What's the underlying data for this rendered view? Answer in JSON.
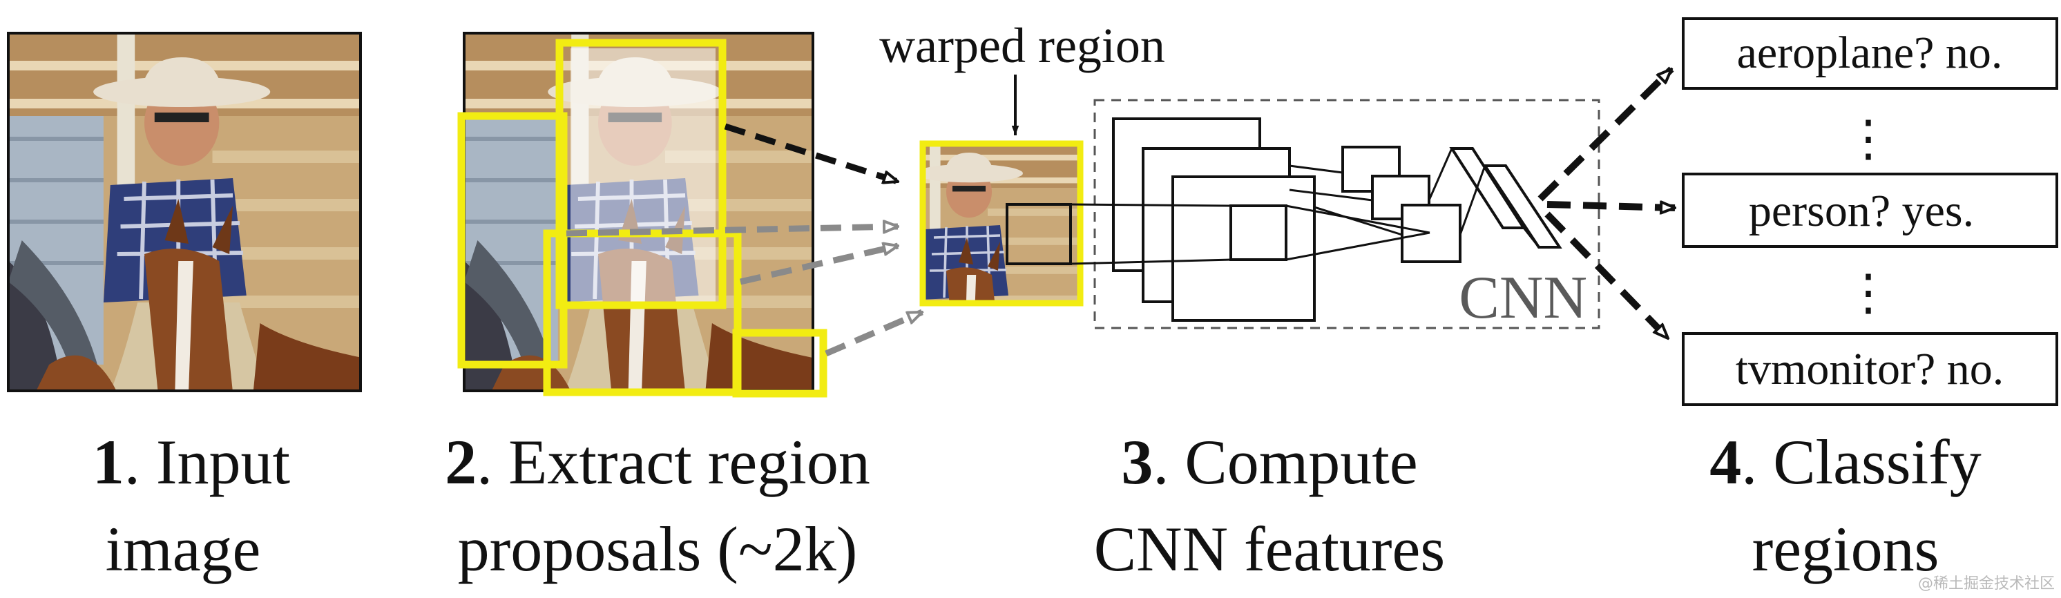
{
  "warped_label": "warped region",
  "cnn_label": "CNN",
  "classes": [
    {
      "label": "aeroplane? no."
    },
    {
      "label": "person? yes."
    },
    {
      "label": "tvmonitor? no."
    }
  ],
  "ellipsis": "⋮",
  "steps": [
    {
      "num": "1",
      "line1": ". Input",
      "line2": "image"
    },
    {
      "num": "2",
      "line1": ". Extract region",
      "line2": "proposals (~2k)"
    },
    {
      "num": "3",
      "line1": ". Compute",
      "line2": "CNN features"
    },
    {
      "num": "4",
      "line1": ". Classify",
      "line2": "regions"
    }
  ],
  "watermark": "@稀土掘金技术社区",
  "colors": {
    "highlight": "#f2ec12",
    "stroke": "#111111",
    "gray_arrow": "#8a8a8a",
    "cnn_box": "#555555"
  }
}
